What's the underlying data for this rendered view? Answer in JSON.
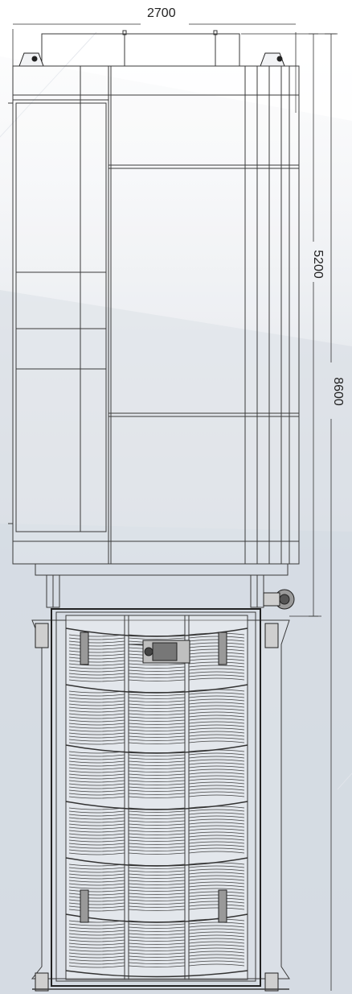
{
  "dimensions": {
    "overall_width": "2700",
    "body_length": "5200",
    "overall_length": "8600"
  },
  "colors": {
    "line": "#3a3a3a",
    "frame_dark": "#222222",
    "background_light": "#ffffff",
    "background_shade": "#d6dce3"
  }
}
